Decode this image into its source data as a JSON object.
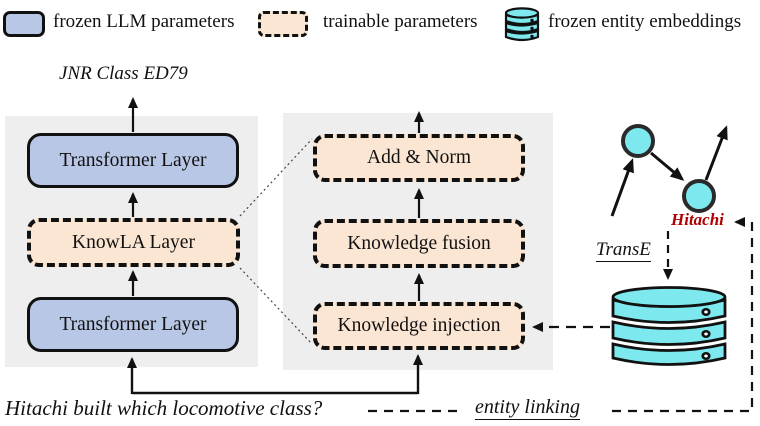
{
  "figure": {
    "type": "architecture-diagram",
    "output_label": "JNR Class ED79",
    "question": "Hitachi built which locomotive class?"
  },
  "legend": {
    "items": [
      {
        "swatch": "frozen-llm-swatch",
        "label": "frozen LLM parameters"
      },
      {
        "swatch": "trainable-swatch",
        "label": "trainable parameters"
      },
      {
        "swatch": "database-icon",
        "label": "frozen entity embeddings"
      }
    ]
  },
  "left_stack": {
    "boxes": [
      {
        "label": "Transformer Layer",
        "type": "frozen"
      },
      {
        "label": "KnowLA Layer",
        "type": "trainable"
      },
      {
        "label": "Transformer Layer",
        "type": "frozen"
      }
    ]
  },
  "middle_stack": {
    "boxes": [
      {
        "label": "Add & Norm",
        "type": "trainable"
      },
      {
        "label": "Knowledge fusion",
        "type": "trainable"
      },
      {
        "label": "Knowledge injection",
        "type": "trainable"
      }
    ]
  },
  "knowledge_graph": {
    "entity_label": "Hitachi",
    "method_label": "TransE",
    "database": "frozen entity embeddings store"
  },
  "bottom": {
    "entity_linking_label": "entity linking"
  },
  "colors": {
    "frozen_fill": "#b9c7e6",
    "trainable_fill": "#fbe5d3",
    "panel_fill": "#eeeeee",
    "entity_node_fill": "#7de9ee",
    "entity_label_color": "#b00000",
    "line_color": "#111111"
  }
}
